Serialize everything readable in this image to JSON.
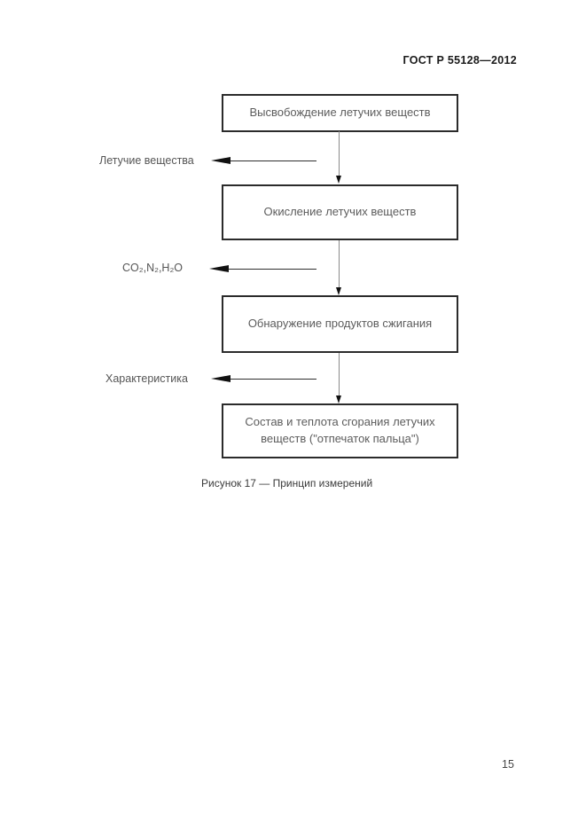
{
  "header": {
    "doc_number": "ГОСТ Р 55128—2012"
  },
  "flowchart": {
    "boxes": [
      {
        "text": "Высвобождение летучих веществ"
      },
      {
        "text": "Окисление летучих веществ"
      },
      {
        "text": "Обнаружение продуктов сжигания"
      },
      {
        "text": "Состав и теплота сгорания летучих веществ (\"отпечаток пальца\")"
      }
    ],
    "side_labels": [
      {
        "text": "Летучие вещества"
      },
      {
        "text": "CO₂,N₂,H₂O"
      },
      {
        "text": "Характеристика"
      }
    ],
    "line_color": "#8a8a8a",
    "arrow_color": "#111111",
    "box_border_color": "#2b2b2b"
  },
  "caption": "Рисунок 17 — Принцип измерений",
  "page_number": "15"
}
